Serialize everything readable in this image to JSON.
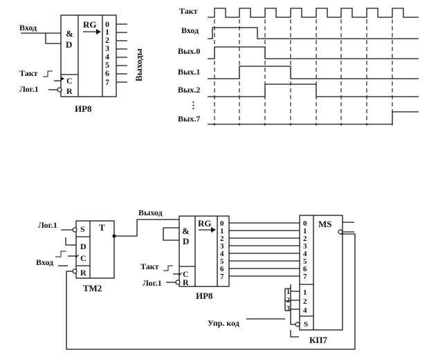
{
  "register_ir8": {
    "label_input": "Вход",
    "label_and": "&",
    "label_d": "D",
    "label_rg": "RG",
    "outputs": [
      "0",
      "1",
      "2",
      "3",
      "4",
      "5",
      "6",
      "7"
    ],
    "label_outputs": "Выходы",
    "label_clock": "Такт",
    "label_c": "C",
    "label_r": "R",
    "label_logic1": "Лог.1",
    "name": "ИР8"
  },
  "timing": {
    "signals": [
      "Такт",
      "Вход",
      "Вых.0",
      "Вых.1",
      "Вых.2",
      "Вых.7"
    ],
    "ellipsis": "⋮"
  },
  "circuit": {
    "tm2": {
      "label_logic1": "Лог.1",
      "label_s": "S",
      "label_t": "T",
      "label_d": "D",
      "label_c": "C",
      "label_r": "R",
      "label_input": "Вход",
      "name": "ТМ2"
    },
    "ir8": {
      "label_output": "Выход",
      "label_and": "&",
      "label_d": "D",
      "label_rg": "RG",
      "outputs": [
        "0",
        "1",
        "2",
        "3",
        "4",
        "5",
        "6",
        "7"
      ],
      "label_clock": "Такт",
      "label_logic1": "Лог.1",
      "label_c": "C",
      "label_r": "R",
      "name": "ИР8"
    },
    "kp7": {
      "label_ms": "MS",
      "inputs": [
        "0",
        "1",
        "2",
        "3",
        "4",
        "5",
        "6",
        "7"
      ],
      "addr_inner": [
        "1",
        "2",
        "4"
      ],
      "addr_outer": [
        "1",
        "2",
        "3"
      ],
      "label_s": "S",
      "label_control": "Упр. код",
      "name": "КП7"
    }
  }
}
